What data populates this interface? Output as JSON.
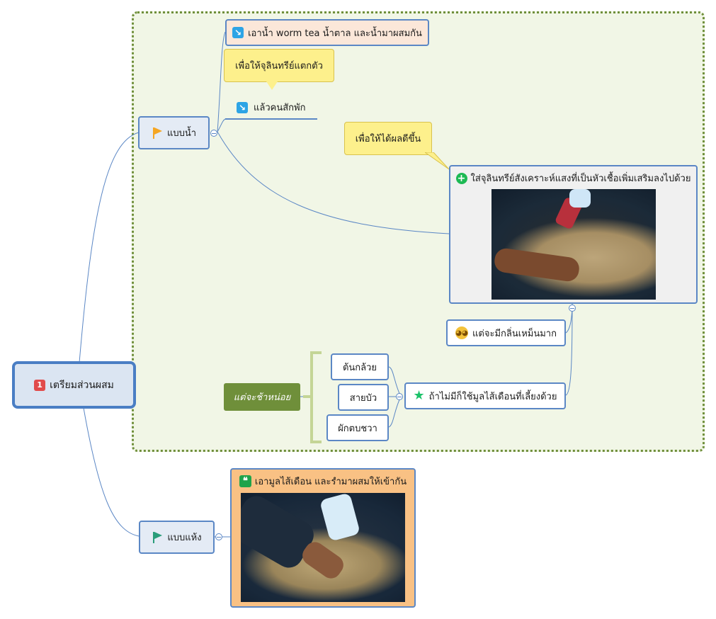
{
  "root": {
    "badge": "1",
    "label": "เตรียมส่วนผสม"
  },
  "branch_water": {
    "label": "แบบน้ำ",
    "flag_color": "#f5a623",
    "child1": "เอาน้ำ worm tea น้ำตาล และน้ำมาผสมกัน",
    "callout1": "เพื่อให้จุลินทรีย์แตกตัว",
    "child2": "แล้วคนสักพัก",
    "callout2": "เพื่อให้ได้ผลดีขึ้น",
    "child3": "ใส่จุลินทรีย์สังเคราะห์แสงที่เป็นหัวเชื้อเพิ่มเสริมลงไปด้วย",
    "smell": "แต่จะมีกลิ่นเหม็นมาก",
    "no_manure": "ถ้าไม่มีก็ใช้มูลไส้เดือนที่เลี้ยงด้วย",
    "summary": "แต่จะช้าหน่อย",
    "options": [
      "ต้นกล้วย",
      "สายบัว",
      "ผักตบชวา"
    ]
  },
  "branch_dry": {
    "label": "แบบแห้ง",
    "flag_color": "#2a9d7a",
    "child1": "เอามูลไส้เดือน และรำมาผสมให้เข้ากัน"
  },
  "colors": {
    "boundary_fill": "#f1f6e6",
    "boundary_border": "#6f8f3a",
    "node_border": "#5b87c5",
    "callout_fill": "#fdf08c",
    "dry_topic_fill": "#f9c184"
  }
}
